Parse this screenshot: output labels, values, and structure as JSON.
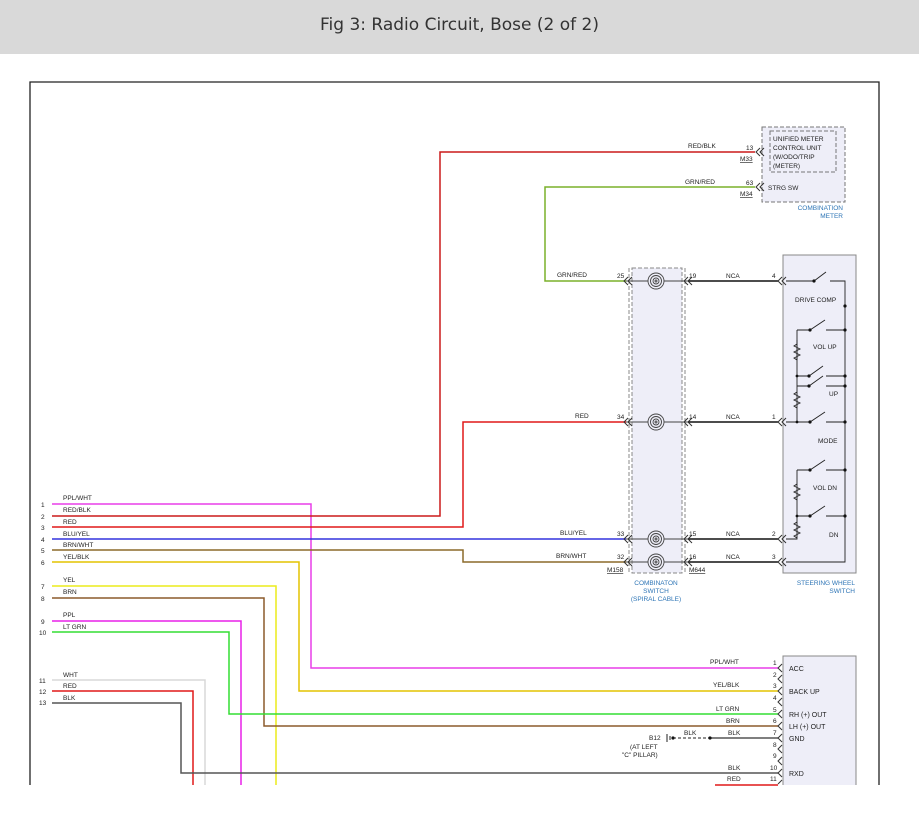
{
  "title": "Fig 3: Radio Circuit, Bose (2 of 2)",
  "colors": {
    "PPL/WHT": "#e83ee8",
    "RED/BLK": "#cc1a1a",
    "RED": "#e01818",
    "BLU/YEL": "#3333dd",
    "BRN/WHT": "#8b6a2a",
    "YEL/BLK": "#e4c400",
    "YEL": "#ecec1c",
    "BRN": "#8b5a2b",
    "PPL": "#e820e8",
    "LT GRN": "#33dd33",
    "WHT": "#d8d8d8",
    "BLK": "#555555",
    "GRN/RED": "#7ab02a",
    "NCA": "#111111",
    "accent_blue": "#2e75b6",
    "header_bg": "#d9d9d9"
  },
  "left_wires": [
    {
      "pin": "1",
      "label": "PPL/WHT"
    },
    {
      "pin": "2",
      "label": "RED/BLK"
    },
    {
      "pin": "3",
      "label": "RED"
    },
    {
      "pin": "4",
      "label": "BLU/YEL"
    },
    {
      "pin": "5",
      "label": "BRN/WHT"
    },
    {
      "pin": "6",
      "label": "YEL/BLK"
    },
    {
      "pin": "7",
      "label": "YEL"
    },
    {
      "pin": "8",
      "label": "BRN"
    },
    {
      "pin": "9",
      "label": "PPL"
    },
    {
      "pin": "10",
      "label": "LT GRN"
    },
    {
      "pin": "11",
      "label": "WHT"
    },
    {
      "pin": "12",
      "label": "RED"
    },
    {
      "pin": "13",
      "label": "BLK"
    }
  ],
  "combination_meter": {
    "unit_lines": [
      "UNIFIED METER",
      "CONTROL UNIT",
      "(W/ODO/TRIP",
      "(METER)"
    ],
    "caption": [
      "COMBINATION",
      "METER"
    ],
    "pins": [
      {
        "pin": "13",
        "wire": "RED/BLK",
        "connector": "M33"
      },
      {
        "pin": "63",
        "wire": "GRN/RED",
        "connector": "M34",
        "function": "STRG SW"
      }
    ]
  },
  "combination_switch": {
    "caption": [
      "COMBINATON",
      "SWITCH",
      "(SPIRAL CABLE)"
    ],
    "connector_left": "M158",
    "connector_right": "M644",
    "rows": [
      {
        "in_wire": "GRN/RED",
        "in_pin": "25",
        "out_pin": "19",
        "out_wire": "NCA",
        "sw_pin": "4"
      },
      {
        "in_wire": "RED",
        "in_pin": "34",
        "out_pin": "14",
        "out_wire": "NCA",
        "sw_pin": "1"
      },
      {
        "in_wire": "BLU/YEL",
        "in_pin": "33",
        "out_pin": "15",
        "out_wire": "NCA",
        "sw_pin": "2"
      },
      {
        "in_wire": "BRN/WHT",
        "in_pin": "32",
        "out_pin": "16",
        "out_wire": "NCA",
        "sw_pin": "3"
      }
    ]
  },
  "steering_wheel_switch": {
    "caption": [
      "STEERING WHEEL",
      "SWITCH"
    ],
    "switches": [
      "DRIVE COMP",
      "VOL UP",
      "UP",
      "MODE",
      "VOL DN",
      "DN"
    ]
  },
  "radio": {
    "pins": [
      {
        "pin": "1",
        "wire": "PPL/WHT",
        "function": "ACC"
      },
      {
        "pin": "2",
        "wire": "",
        "function": ""
      },
      {
        "pin": "3",
        "wire": "YEL/BLK",
        "function": "BACK UP"
      },
      {
        "pin": "4",
        "wire": "",
        "function": ""
      },
      {
        "pin": "5",
        "wire": "LT GRN",
        "function": "RH (+) OUT"
      },
      {
        "pin": "6",
        "wire": "BRN",
        "function": "LH (+) OUT"
      },
      {
        "pin": "7",
        "wire": "BLK",
        "function": "GND"
      },
      {
        "pin": "8",
        "wire": "",
        "function": ""
      },
      {
        "pin": "9",
        "wire": "",
        "function": ""
      },
      {
        "pin": "10",
        "wire": "BLK",
        "function": "RXD"
      },
      {
        "pin": "11",
        "wire": "RED",
        "function": ""
      }
    ],
    "ground": {
      "id": "B12",
      "wire": "BLK",
      "note": [
        "(AT LEFT",
        "\"C\" PILLAR)"
      ]
    }
  }
}
